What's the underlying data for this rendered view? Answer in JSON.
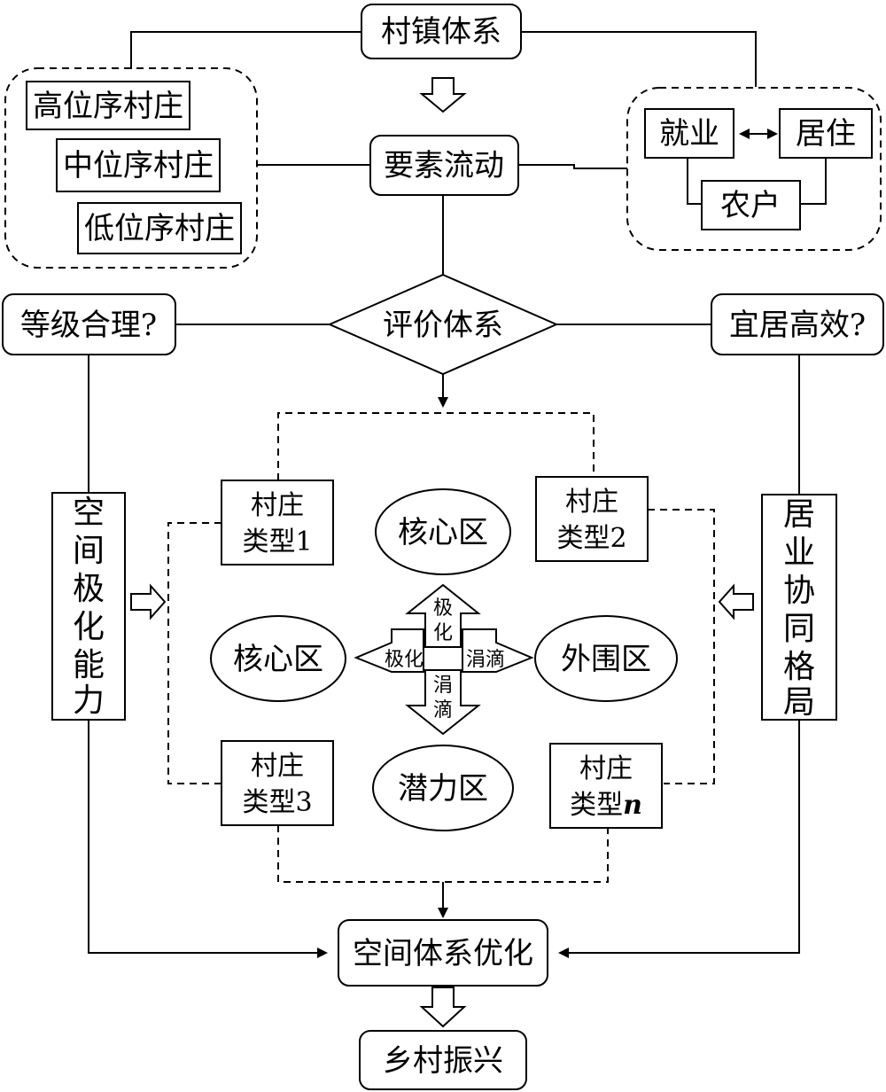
{
  "nodes": {
    "town_system": "村镇体系",
    "high_village": "高位序村庄",
    "mid_village": "中位序村庄",
    "low_village": "低位序村庄",
    "factor_flow": "要素流动",
    "employment": "就业",
    "residence": "居住",
    "farm_household": "农户",
    "eval_system": "评价体系",
    "grade_reasonable": "等级合理?",
    "livable_efficient": "宜居高效?",
    "spatial_polar_ability": [
      "空",
      "间",
      "极",
      "化",
      "能",
      "力"
    ],
    "residence_work_pattern": [
      "居",
      "业",
      "协",
      "同",
      "格",
      "局"
    ],
    "village_type_1": [
      "村庄",
      "类型1"
    ],
    "village_type_2": [
      "村庄",
      "类型2"
    ],
    "village_type_3": [
      "村庄",
      "类型3"
    ],
    "village_type_n": [
      "村庄",
      "类型",
      "n"
    ],
    "core_zone_top": "核心区",
    "core_zone_left": "核心区",
    "outer_zone": "外围区",
    "potential_zone": "潜力区",
    "arrow_up": [
      "极",
      "化"
    ],
    "arrow_left": "极化",
    "arrow_right": "涓滴",
    "arrow_down": [
      "涓",
      "滴"
    ],
    "spatial_optimization": "空间体系优化",
    "rural_revitalization": "乡村振兴"
  }
}
